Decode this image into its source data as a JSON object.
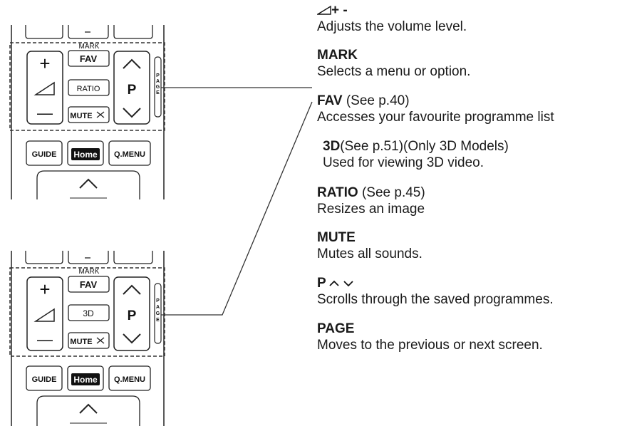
{
  "remote": {
    "mark_label": "MARK",
    "fav_label": "FAV",
    "ratio_label": "RATIO",
    "threed_label": "3D",
    "mute_label": "MUTE",
    "p_label": "P",
    "page_letters": [
      "P",
      "A",
      "G",
      "E"
    ],
    "guide_label": "GUIDE",
    "home_label": "Home",
    "qmenu_label": "Q.MENU",
    "plus_symbol": "+",
    "minus_symbol": "—"
  },
  "descriptions": [
    {
      "key": "volume",
      "title": "+ -",
      "ref": "",
      "text": "Adjusts the volume level."
    },
    {
      "key": "mark",
      "title": "MARK",
      "ref": "",
      "text": "Selects a menu or option."
    },
    {
      "key": "fav",
      "title": "FAV",
      "ref": " (See p.40)",
      "text": "Accesses your favourite programme list"
    },
    {
      "key": "3d",
      "title": "3D",
      "ref": "(See p.51)(Only 3D Models)",
      "text": "Used for viewing 3D video."
    },
    {
      "key": "ratio",
      "title": "RATIO",
      "ref": " (See p.45)",
      "text": "Resizes an image"
    },
    {
      "key": "mute",
      "title": "MUTE",
      "ref": "",
      "text": "Mutes all sounds."
    },
    {
      "key": "prog",
      "title": "P",
      "ref": "",
      "text": "Scrolls through the saved programmes."
    },
    {
      "key": "page",
      "title": "PAGE",
      "ref": "",
      "text": "Moves to the previous or next screen."
    }
  ]
}
